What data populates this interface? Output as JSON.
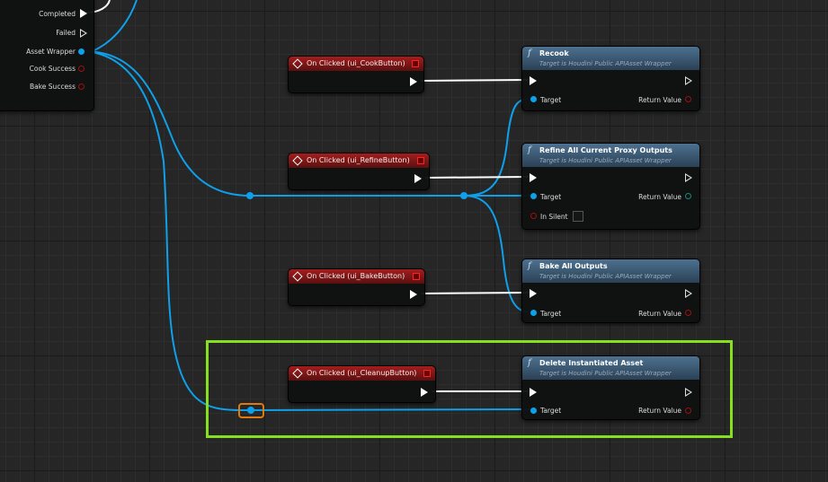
{
  "source_node": {
    "pins": [
      "Completed",
      "Failed",
      "Asset Wrapper",
      "Cook Success",
      "Bake Success"
    ]
  },
  "events": [
    {
      "title": "On Clicked (ui_CookButton)"
    },
    {
      "title": "On Clicked (ui_RefineButton)"
    },
    {
      "title": "On Clicked (ui_BakeButton)"
    },
    {
      "title": "On Clicked (ui_CleanupButton)"
    }
  ],
  "functions": [
    {
      "title": "Recook",
      "subtitle": "Target is Houdini Public APIAsset Wrapper",
      "target": "Target",
      "return": "Return Value"
    },
    {
      "title": "Refine All Current Proxy Outputs",
      "subtitle": "Target is Houdini Public APIAsset Wrapper",
      "target": "Target",
      "return": "Return Value",
      "extra": "In Silent"
    },
    {
      "title": "Bake All Outputs",
      "subtitle": "Target is Houdini Public APIAsset Wrapper",
      "target": "Target",
      "return": "Return Value"
    },
    {
      "title": "Delete Instantiated Asset",
      "subtitle": "Target is Houdini Public APIAsset Wrapper",
      "target": "Target",
      "return": "Return Value"
    }
  ],
  "colors": {
    "object_pin": "#0ea0ea",
    "exec_wire": "#ffffff",
    "selection": "#86e01e",
    "reroute_selected": "#e07a10",
    "event_header": "#a51d1d",
    "function_header": "#4d7190"
  }
}
